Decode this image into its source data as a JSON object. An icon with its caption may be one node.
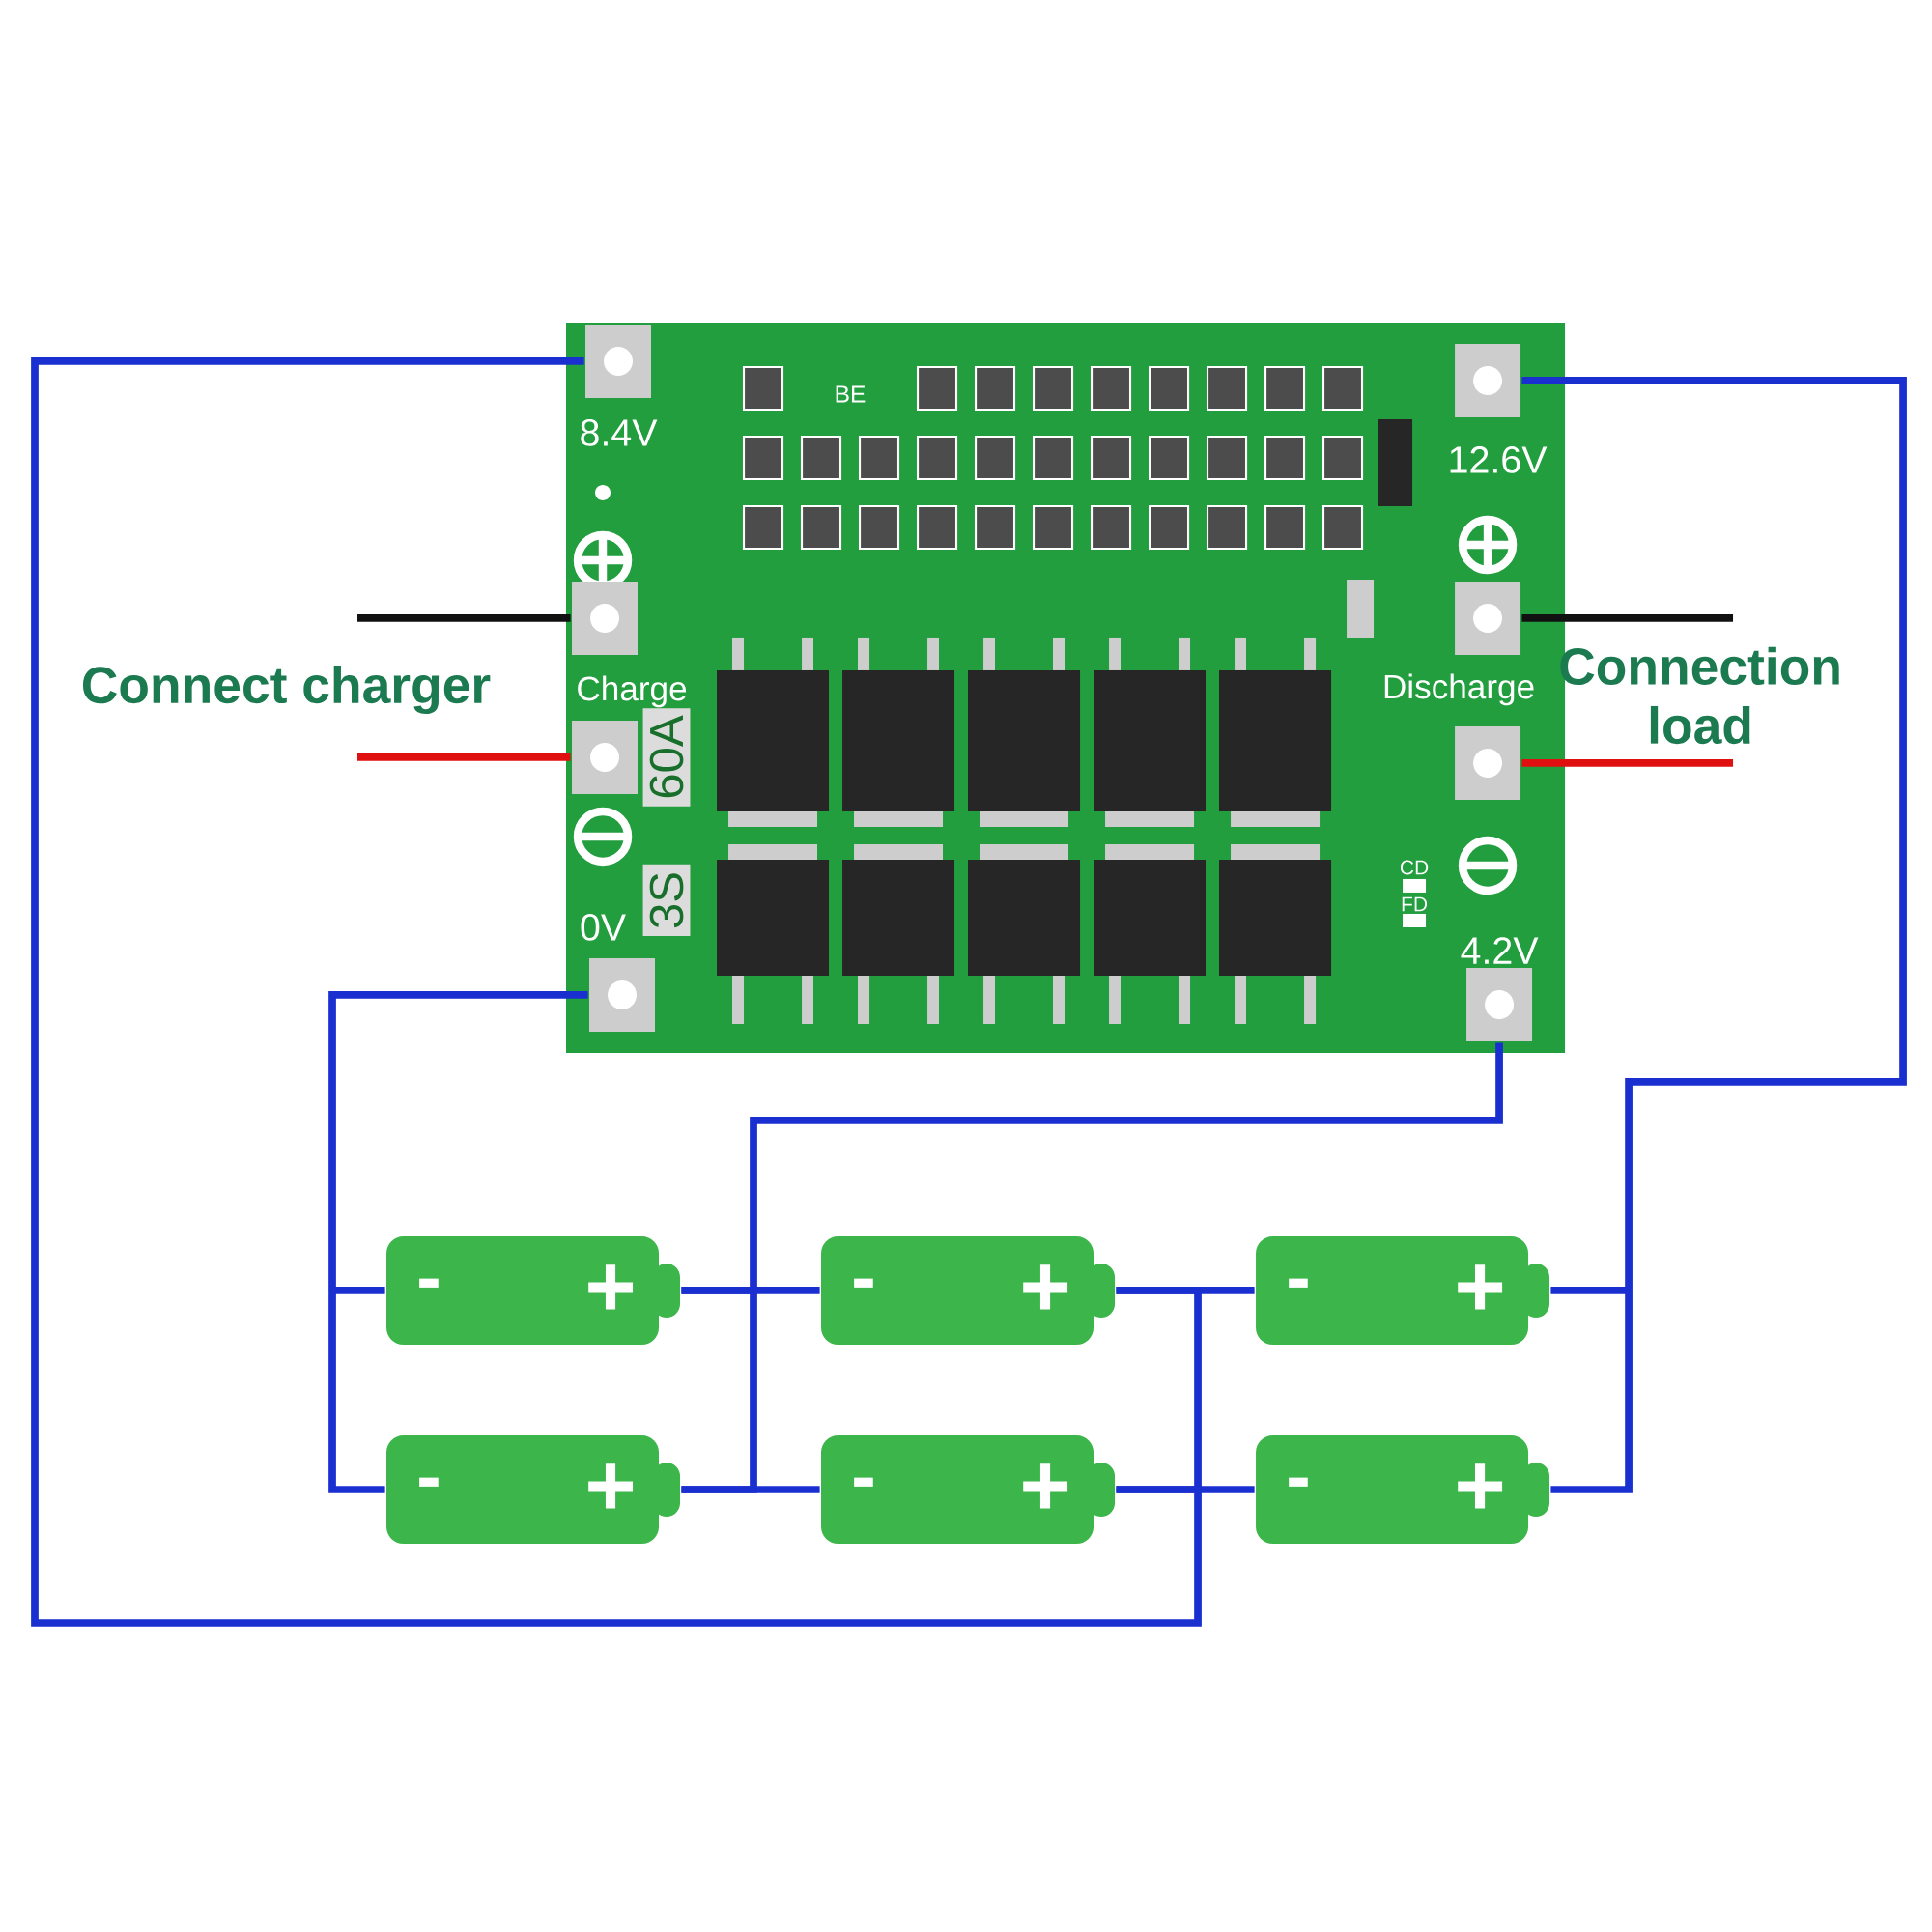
{
  "diagram": {
    "nodes": [
      {
        "text": [
          "Charge",
          "Discharge",
          "3S",
          "60A",
          "BE",
          "CD",
          "FD"
        ]
      },
      {
        "text": [
          "8.4V"
        ],
        "in": 0
      },
      {
        "text": [],
        "shape": "box",
        "in": 0
      },
      {
        "text": [],
        "shape": "box",
        "in": 0
      },
      {
        "text": [
          "0V"
        ],
        "in": 0
      },
      {
        "text": [
          "12.6V"
        ],
        "in": 0
      },
      {
        "text": [],
        "shape": "box",
        "in": 0
      },
      {
        "text": [],
        "shape": "box",
        "in": 0
      },
      {
        "text": [
          "4.2V"
        ],
        "in": 0
      },
      {
        "text": [
          "-",
          "+"
        ]
      },
      {
        "text": [
          "-",
          "+"
        ]
      },
      {
        "text": [
          "-",
          "+"
        ]
      },
      {
        "text": [
          "-",
          "+"
        ]
      },
      {
        "text": [
          "-",
          "+"
        ]
      },
      {
        "text": [
          "-",
          "+"
        ]
      }
    ],
    "edges": [
      {
        "from": 4,
        "to": 9,
        "arrow": "none"
      },
      {
        "from": 4,
        "to": 12,
        "arrow": "none"
      },
      {
        "from": 8,
        "to": 9,
        "arrow": "none"
      },
      {
        "from": 8,
        "to": 12,
        "arrow": "none"
      },
      {
        "from": 9,
        "to": 10,
        "arrow": "none"
      },
      {
        "from": 12,
        "to": 13,
        "arrow": "none"
      },
      {
        "from": 1,
        "to": 10,
        "arrow": "none"
      },
      {
        "from": 1,
        "to": 13,
        "arrow": "none"
      },
      {
        "from": 10,
        "to": 11,
        "arrow": "none"
      },
      {
        "from": 13,
        "to": 14,
        "arrow": "none"
      },
      {
        "from": 5,
        "to": 11,
        "arrow": "none"
      },
      {
        "from": 5,
        "to": 14,
        "arrow": "none"
      },
      {
        "from": null,
        "to": 2,
        "arrow": "none",
        "color": "#111111"
      },
      {
        "from": null,
        "to": 3,
        "arrow": "none",
        "color": "#e01010"
      },
      {
        "from": 6,
        "to": null,
        "arrow": "none",
        "color": "#111111"
      },
      {
        "from": 7,
        "to": null,
        "arrow": "none",
        "color": "#e01010"
      }
    ],
    "labels": [
      "Connect charger",
      "Connection load"
    ]
  }
}
